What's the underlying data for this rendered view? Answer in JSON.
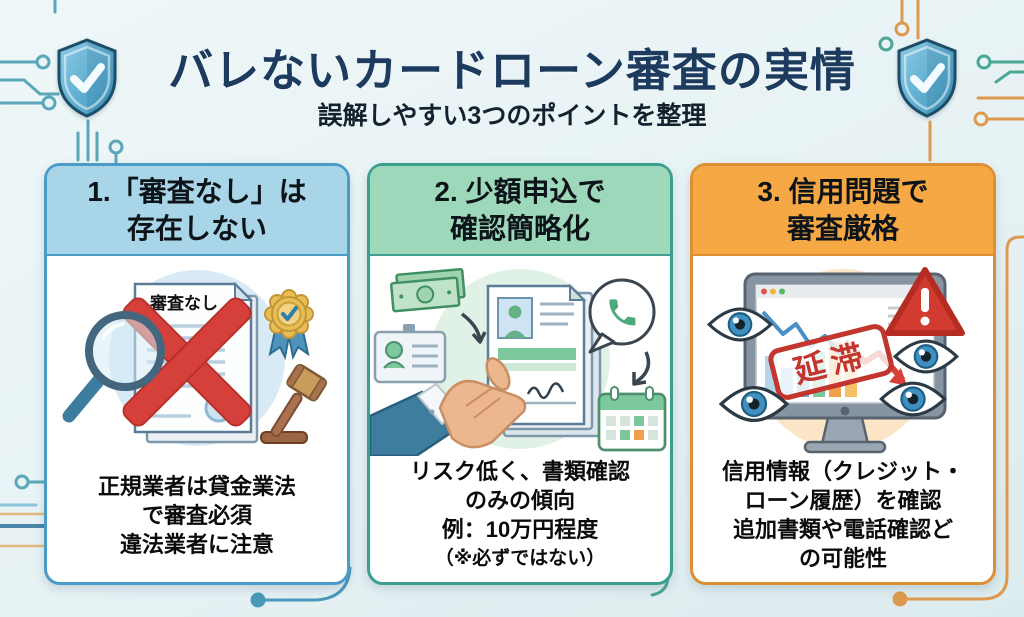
{
  "header": {
    "title": "バレないカードローン審査の実情",
    "subtitle": "誤解しやすい3つのポイントを整理"
  },
  "colors": {
    "background": "#e9f3f5",
    "title_navy": "#1d3a5f",
    "body_text": "#0d0d0d",
    "panel1_border": "#4a9cc7",
    "panel1_header_bg": "#a9d5e8",
    "panel2_border": "#3c9f8e",
    "pan2_header_bg": "#9ed8ba",
    "panel3_border": "#dd8f33",
    "panel3_header_bg": "#f5a844",
    "alert_red": "#d6403a",
    "stamp_red": "#c2362e",
    "shield_blue": "#5aaed3",
    "circuit_teal": "#5aa7ba",
    "circuit_orange": "#dd9a4e"
  },
  "panels": [
    {
      "id": "no-screening",
      "header_line1": "1.「審査なし」は",
      "header_line2": "存在しない",
      "body": [
        "正規業者は貸金業法",
        "で審査必須",
        "違法業者に注意"
      ],
      "illustration": {
        "doc_label": "審査なし",
        "icons": [
          "magnifier-icon",
          "rejected-document-icon",
          "award-badge-icon",
          "gavel-icon"
        ]
      }
    },
    {
      "id": "small-amount-simplified-check",
      "header_line1": "2. 少額申込で",
      "header_line2": "確認簡略化",
      "body": [
        "リスク低く、書類確認",
        "のみの傾向",
        "例：10万円程度",
        "（※必ずではない）"
      ],
      "illustration": {
        "icons": [
          "money-icon",
          "id-card-icon",
          "application-documents-icon",
          "hand-icon",
          "phone-call-icon",
          "calendar-icon"
        ]
      }
    },
    {
      "id": "credit-problem-strict-screening",
      "header_line1": "3. 信用問題で",
      "header_line2": "審査厳格",
      "body": [
        "信用情報（クレジット・",
        "ローン履歴）を確認",
        "追加書類や電話確認ど",
        "の可能性"
      ],
      "illustration": {
        "stamp_label": "延滞",
        "icons": [
          "monitor-icon",
          "declining-chart-icon",
          "warning-triangle-icon",
          "eye-icon",
          "delinquency-stamp-icon"
        ]
      }
    }
  ]
}
